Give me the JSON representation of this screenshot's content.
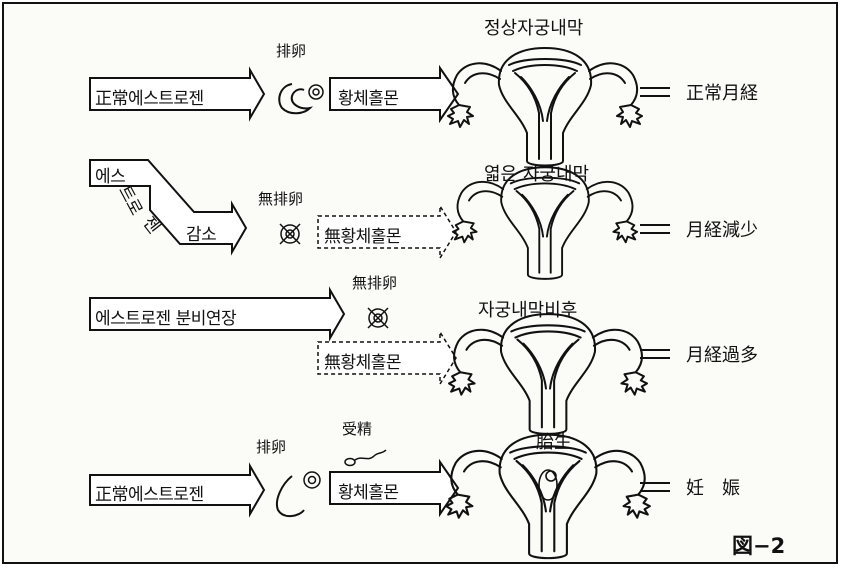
{
  "rows": [
    {
      "input": "正常에스트로젠",
      "ovulation": "排卵",
      "hormone": "황체홀몬",
      "endometrium": "정상자궁내막",
      "result": "正常月経"
    },
    {
      "input_parts": [
        "에스",
        "트로",
        "젠",
        "감소"
      ],
      "ovulation": "無排卵",
      "hormone": "無황체홀몬",
      "endometrium": "엷은 자궁내막",
      "result": "月経減少"
    },
    {
      "input": "에스트로젠 분비연장",
      "ovulation": "無排卵",
      "hormone": "無황체홀몬",
      "endometrium": "자궁내막비후",
      "result": "月経過多"
    },
    {
      "input": "正常에스트로젠",
      "ovulation": "排卵",
      "fertilization": "受精",
      "hormone": "황체홀몬",
      "endometrium": "胎生",
      "result": "妊　娠"
    }
  ],
  "equals_sign": "＝",
  "figure_label": "図−2"
}
